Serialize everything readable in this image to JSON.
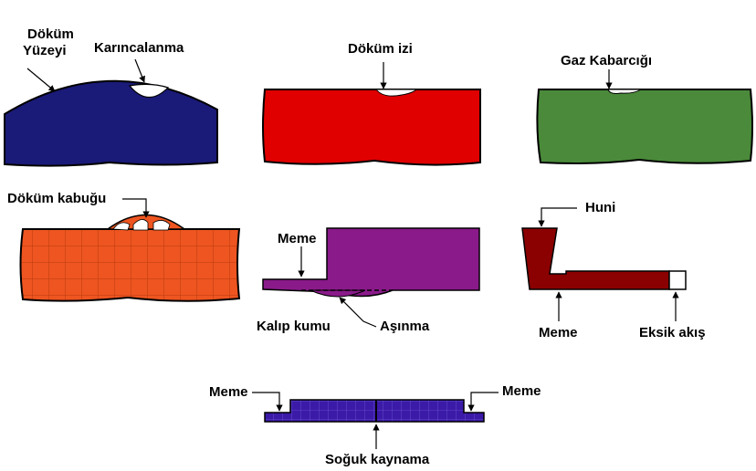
{
  "colors": {
    "navy": "#1a1a78",
    "red": "#e00000",
    "green": "#4a8a3a",
    "orange": "#ee5520",
    "purple": "#8a1a8a",
    "maroon": "#8b0000",
    "indigo": "#3b1aa8",
    "outline": "#000000",
    "background": "#ffffff"
  },
  "labels": {
    "dokum_yuzeyi_1": "Döküm",
    "dokum_yuzeyi_2": "Yüzeyi",
    "karincalanma": "Karıncalanma",
    "dokum_izi": "Döküm izi",
    "gaz_kabarcigi": "Gaz Kabarcığı",
    "dokum_kabugu": "Döküm kabuğu",
    "meme_purple": "Meme",
    "kalip_kumu": "Kalıp kumu",
    "asinma": "Aşınma",
    "huni": "Huni",
    "meme_maroon": "Meme",
    "eksik_akis": "Eksik akış",
    "meme_left": "Meme",
    "meme_right": "Meme",
    "soguk_kaynama": "Soğuk kaynama"
  }
}
